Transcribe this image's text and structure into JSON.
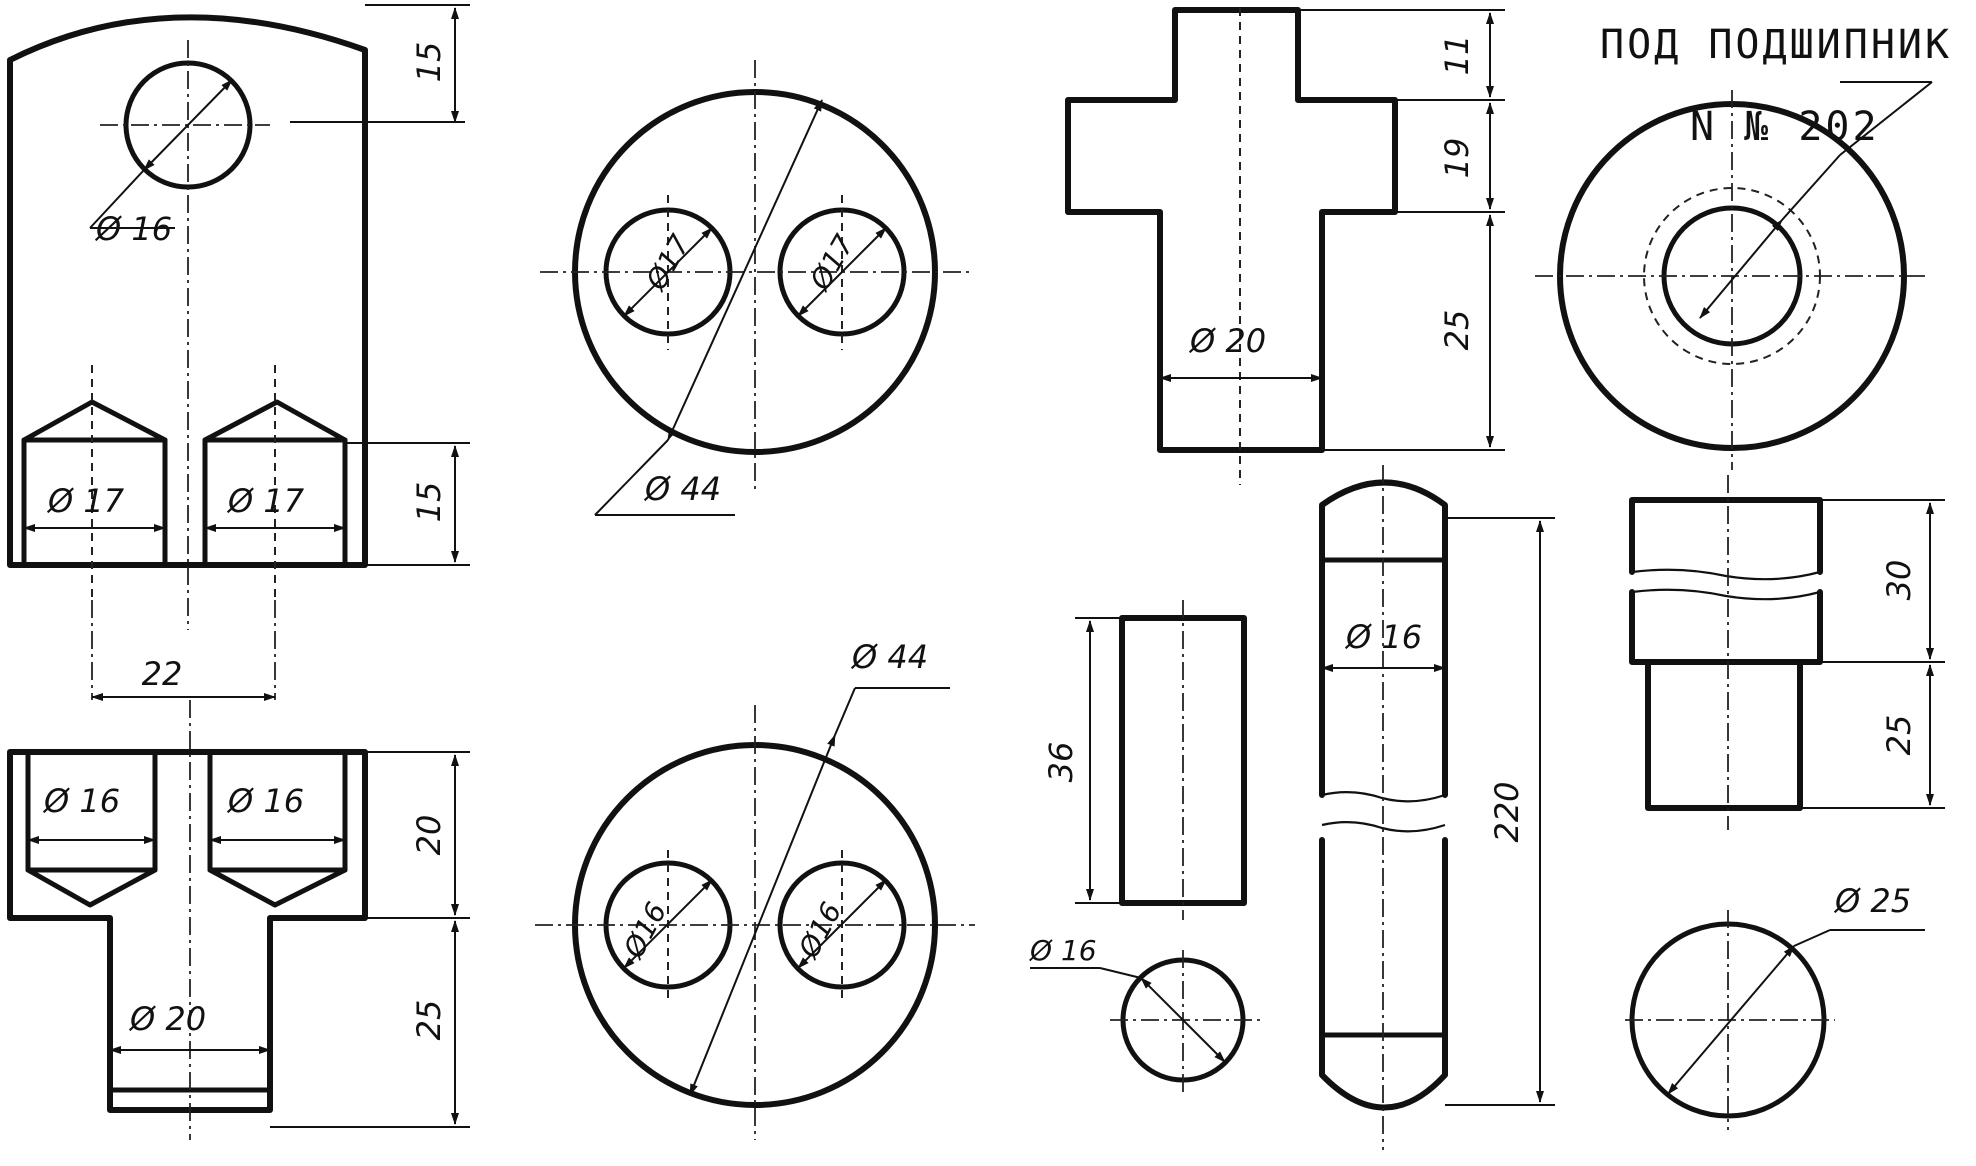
{
  "header_label": {
    "line1": "ПОД  ПОДШИПНИК",
    "line2": "N № 202"
  },
  "dimensions": {
    "top_left_hole_dia": "Ø 16",
    "top_left_height_top": "15",
    "top_left_height_bottom": "15",
    "top_left_bore_left": "Ø 17",
    "top_left_bore_right": "Ø 17",
    "spacing_22": "22",
    "top_circle_hole_left": "Ø17",
    "top_circle_hole_right": "Ø17",
    "top_circle_outer": "Ø 44",
    "bottom_left_bore_left": "Ø 16",
    "bottom_left_bore_right": "Ø 16",
    "bottom_left_height_20": "20",
    "bottom_left_height_25": "25",
    "bottom_left_shaft": "Ø 20",
    "bottom_circle_outer": "Ø 44",
    "bottom_circle_hole_left": "Ø16",
    "bottom_circle_hole_right": "Ø16",
    "shaft_top_11": "11",
    "shaft_top_19": "19",
    "shaft_top_25": "25",
    "shaft_top_dia": "Ø  20",
    "pin_short_len": "36",
    "pin_short_dia": "Ø 16",
    "pin_long_dia": "Ø 16",
    "pin_long_len": "220",
    "stepped_30": "30",
    "stepped_25": "25",
    "stepped_circle_dia": "Ø 25"
  }
}
